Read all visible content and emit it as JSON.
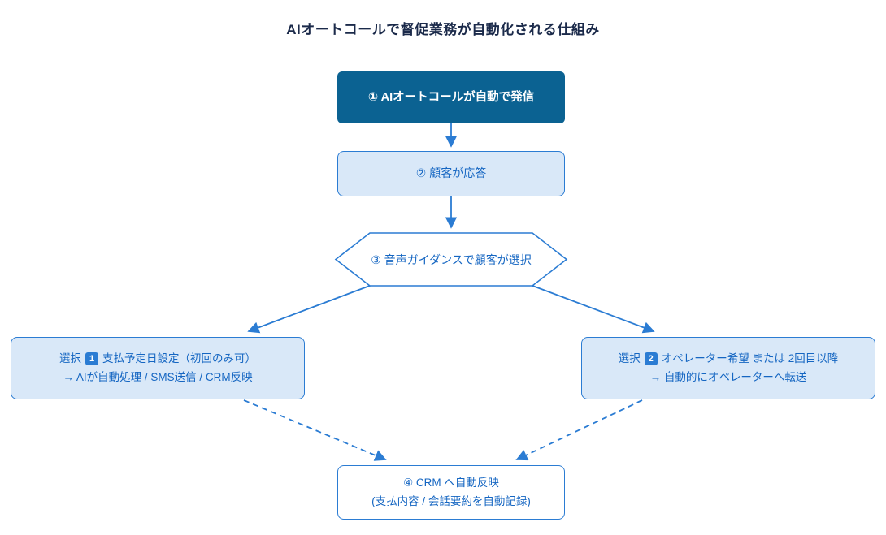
{
  "title": "AIオートコールで督促業務が自動化される仕組み",
  "colors": {
    "accent": "#2b7cd3",
    "light-fill": "#d9e8f8",
    "dark-fill": "#0b6292",
    "node-text": "#1566c2",
    "title-text": "#1b2a4a",
    "canvas-bg": "#ffffff"
  },
  "nodes": {
    "step1": {
      "label": "① AIオートコールが自動で発信"
    },
    "step2": {
      "label": "② 顧客が応答"
    },
    "decision": {
      "label": "③ 音声ガイダンスで顧客が選択"
    },
    "option1": {
      "prefix": "選択",
      "badge": "1",
      "line1": "支払予定日設定（初回のみ可）",
      "line2": "→ AIが自動処理 / SMS送信 / CRM反映"
    },
    "option2": {
      "prefix": "選択",
      "badge": "2",
      "line1": "オペレーター希望 または 2回目以降",
      "line2": "→ 自動的にオペレーターへ転送"
    },
    "step4": {
      "line1": "④ CRM へ自動反映",
      "line2": "(支払内容 / 会話要約を自動記録)"
    }
  }
}
